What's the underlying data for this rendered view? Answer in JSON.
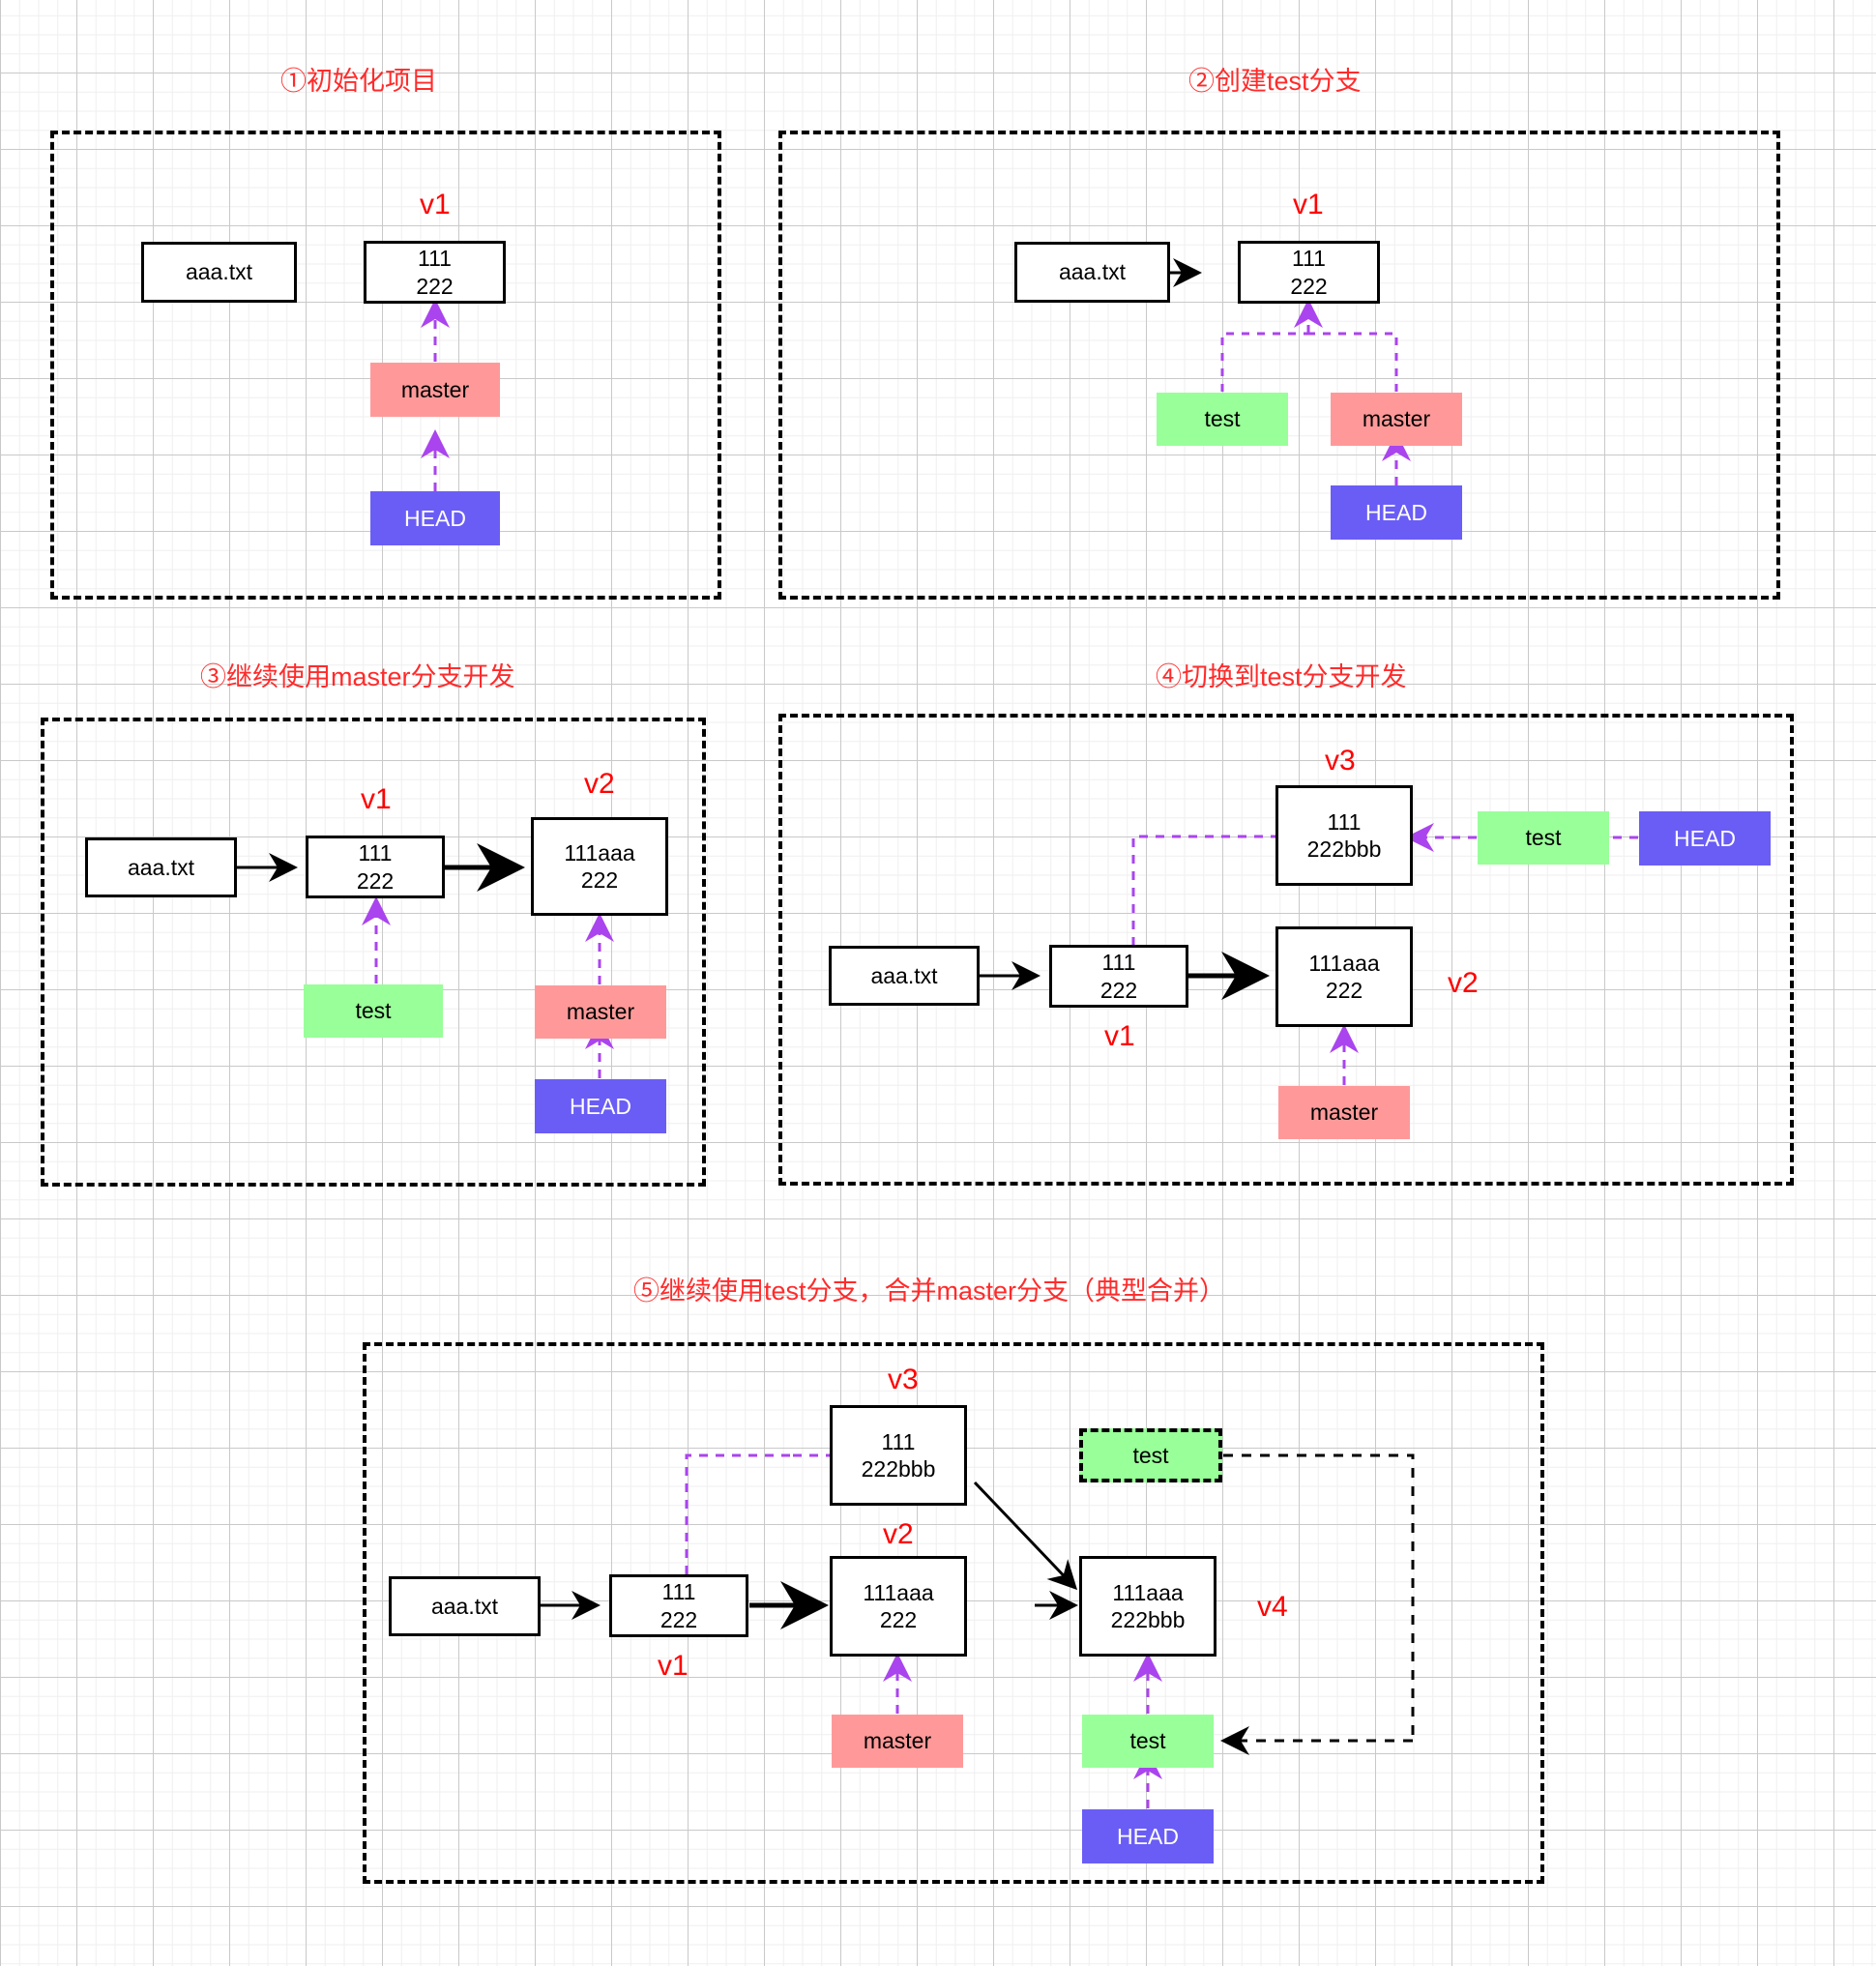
{
  "diagram": {
    "title_color": "#ff2b2b",
    "version_label_color": "#ff0000",
    "colors": {
      "master": "#ff9999",
      "test": "#99ff99",
      "head": "#6a5df5",
      "commit_border": "#000000",
      "pointer_arrow": "#aa44ee",
      "commit_arrow": "#000000"
    }
  },
  "panels": [
    {
      "id": "p1",
      "title": "①初始化项目",
      "nodes": {
        "file": "aaa.txt",
        "commit_v1_line1": "111",
        "commit_v1_line2": "222",
        "v1_label": "v1",
        "master": "master",
        "head": "HEAD"
      }
    },
    {
      "id": "p2",
      "title": "②创建test分支",
      "nodes": {
        "file": "aaa.txt",
        "commit_v1_line1": "111",
        "commit_v1_line2": "222",
        "v1_label": "v1",
        "test": "test",
        "master": "master",
        "head": "HEAD"
      }
    },
    {
      "id": "p3",
      "title": "③继续使用master分支开发",
      "nodes": {
        "file": "aaa.txt",
        "commit_v1_line1": "111",
        "commit_v1_line2": "222",
        "v1_label": "v1",
        "commit_v2_line1": "111aaa",
        "commit_v2_line2": "222",
        "v2_label": "v2",
        "test": "test",
        "master": "master",
        "head": "HEAD"
      }
    },
    {
      "id": "p4",
      "title": "④切换到test分支开发",
      "nodes": {
        "file": "aaa.txt",
        "commit_v1_line1": "111",
        "commit_v1_line2": "222",
        "v1_label": "v1",
        "commit_v2_line1": "111aaa",
        "commit_v2_line2": "222",
        "v2_label": "v2",
        "commit_v3_line1": "111",
        "commit_v3_line2": "222bbb",
        "v3_label": "v3",
        "test": "test",
        "master": "master",
        "head": "HEAD"
      }
    },
    {
      "id": "p5",
      "title": "⑤继续使用test分支，合并master分支（典型合并）",
      "nodes": {
        "file": "aaa.txt",
        "commit_v1_line1": "111",
        "commit_v1_line2": "222",
        "v1_label": "v1",
        "commit_v2_line1": "111aaa",
        "commit_v2_line2": "222",
        "v2_label": "v2",
        "commit_v3_line1": "111",
        "commit_v3_line2": "222bbb",
        "v3_label": "v3",
        "commit_v4_line1": "111aaa",
        "commit_v4_line2": "222bbb",
        "v4_label": "v4",
        "test_old": "test",
        "test_new": "test",
        "master": "master",
        "head": "HEAD"
      }
    }
  ]
}
